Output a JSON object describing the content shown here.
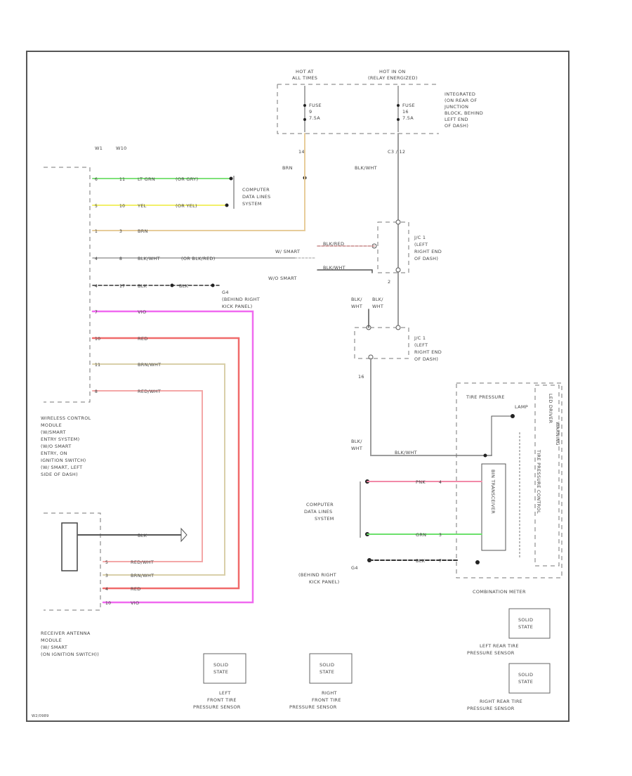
{
  "top": {
    "hot_at_all_times": [
      "HOT AT",
      "ALL TIMES"
    ],
    "hot_in_on": [
      "HOT IN ON",
      "(RELAY ENERGIZED)"
    ],
    "fuse_left": [
      "FUSE",
      "9",
      "7.5A"
    ],
    "fuse_right": [
      "FUSE",
      "16",
      "7.5A"
    ],
    "junction_block": [
      "INTEGRATED",
      "(ON REAR OF",
      "JUNCTION",
      "BLOCK, BEHIND",
      "LEFT END",
      "OF DASH)"
    ],
    "wire_c1": "14",
    "wire_brn": "BRN",
    "wire_c2": "C3 / 12",
    "wire_blkwht": "BLK/WHT"
  },
  "wcm": {
    "conn_a": "W1",
    "conn_b": "W10",
    "label": [
      "WIRELESS CONTROL",
      "MODULE",
      "(W/SMART",
      "ENTRY SYSTEM)",
      "(W/O SMART",
      "ENTRY, ON",
      "IGNITION SWITCH)",
      "(W/ SMART, LEFT",
      "SIDE OF DASH)"
    ]
  },
  "wires_left": [
    {
      "pin": "6",
      "c": "11",
      "label": "LT GRN",
      "alt": "(OR GRY)"
    },
    {
      "pin": "5",
      "c": "10",
      "label": "YEL",
      "alt": "(OR YEL)"
    },
    {
      "pin": "1",
      "c": "3",
      "label": "BRN"
    },
    {
      "pin": "4",
      "c": "8",
      "label": "BLK/WHT",
      "alt": "(OR BLK/RED)"
    },
    {
      "pin": "4",
      "c": "17",
      "label": "BLK"
    },
    {
      "pin": "7",
      "c": "",
      "label": "VIO"
    },
    {
      "pin": "10",
      "c": "",
      "label": "RED"
    },
    {
      "pin": "11",
      "c": "",
      "label": "BRN/WHT"
    },
    {
      "pin": "8",
      "c": "",
      "label": "RED/WHT"
    }
  ],
  "cdls_left": [
    "COMPUTER",
    "DATA LINES",
    "SYSTEM"
  ],
  "blk_wire": "BLK",
  "ground_g4": [
    "G4",
    "(BEHIND RIGHT",
    "KICK PANEL)"
  ],
  "j_c1": {
    "label": [
      "J/C 1",
      "(LEFT",
      "RIGHT END",
      "OF DASH)"
    ],
    "w_smart": "W/ SMART",
    "w_o_smart": "W/O SMART",
    "w1": "BLK/RED",
    "w2": "BLK/WHT"
  },
  "j_c2": {
    "label": [
      "J/C 1",
      "(LEFT",
      "RIGHT END",
      "OF DASH)"
    ],
    "pin": "2",
    "wa": "BLK/",
    "wb": "WHT",
    "wc": "BLK/",
    "wd": "WHT",
    "w16": "16"
  },
  "tpms": {
    "title": "TIRE PRESSURE",
    "lamp": "LAMP",
    "driver": "LED DRIVER",
    "warning": "WARNING",
    "module": "TIRE PRESSURE CONTROL",
    "transceiver": "BIN TRANSCEIVER",
    "blkwht_left": [
      "BLK/",
      "WHT"
    ],
    "wire_main": "BLK/WHT",
    "pins": [
      {
        "label": "PNK",
        "pin": "4"
      },
      {
        "label": "GRN",
        "pin": "3"
      },
      {
        "label": "BLK",
        "pin": "7"
      }
    ]
  },
  "cdls_right": [
    "COMPUTER",
    "DATA LINES",
    "SYSTEM"
  ],
  "ground_g4_right": [
    "G4",
    "(BEHIND RIGHT",
    "KICK PANEL)"
  ],
  "combination_meter": "COMBINATION METER",
  "antenna": {
    "wire_shield": "BLK",
    "pins": [
      {
        "pin": "5",
        "label": "RED/WHT"
      },
      {
        "pin": "3",
        "label": "BRN/WHT"
      },
      {
        "pin": "4",
        "label": "RED"
      },
      {
        "pin": "10",
        "label": "VIO"
      }
    ],
    "label": [
      "RECEIVER ANTENNA",
      "MODULE",
      "(W/ SMART",
      "(ON IGNITION SWITCH))"
    ]
  },
  "solid_state": [
    "SOLID",
    "STATE"
  ],
  "sensors": [
    [
      "LEFT",
      "FRONT TIRE",
      "PRESSURE SENSOR"
    ],
    [
      "RIGHT",
      "FRONT TIRE",
      "PRESSURE SENSOR"
    ],
    [
      "LEFT REAR TIRE",
      "PRESSURE SENSOR"
    ],
    [
      "RIGHT REAR TIRE",
      "PRESSURE SENSOR"
    ]
  ],
  "footer_code": "W2/0989",
  "colors": {
    "lt_grn": "#7fe27a",
    "yel": "#f2f06a",
    "brn": "#e7cc9a",
    "blk_wht": "#9c9c9c",
    "blk": "#333333",
    "vio": "#f06af0",
    "red": "#f06a6a",
    "brn_wht": "#d9cfa9",
    "red_wht": "#f4a7a7",
    "pnk": "#f28aa8",
    "grn": "#6ce06c"
  }
}
